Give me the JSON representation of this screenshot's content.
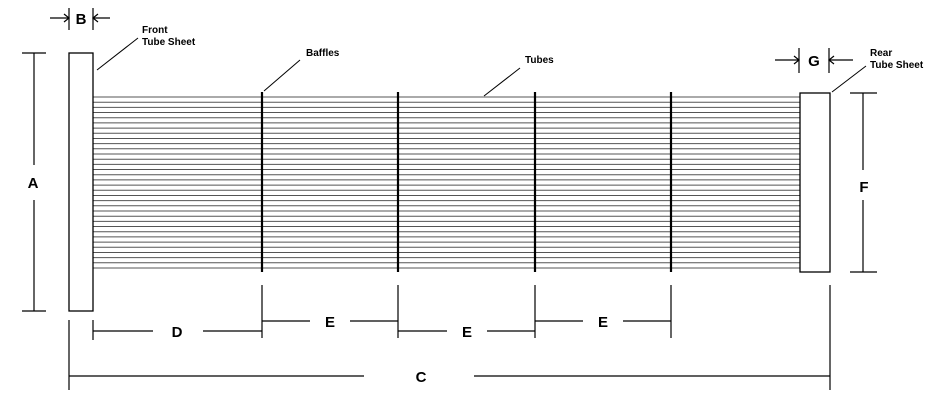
{
  "labels": {
    "A": "A",
    "B": "B",
    "C": "C",
    "D": "D",
    "E": "E",
    "F": "F",
    "G": "G",
    "front_line1": "Front",
    "front_line2": "Tube Sheet",
    "rear_line1": "Rear",
    "rear_line2": "Tube Sheet",
    "baffles": "Baffles",
    "tubes": "Tubes"
  },
  "tube_count": 34,
  "baffle_count": 4,
  "colors": {
    "line": "#000000",
    "tube": "#555555",
    "background": "#ffffff"
  }
}
